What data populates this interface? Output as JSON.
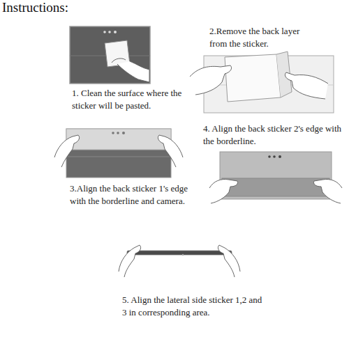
{
  "diagram": {
    "title": "Instructions:",
    "labels": [
      "1. Clean the surface where the sticker will be pasted.",
      "2.Remove the back layer from the sticker.",
      "3.Align the back sticker 1's edge with the borderline and camera.",
      "4. Align the back sticker 2's edge with the borderline.",
      "5. Align the lateral side sticker 1,2 and 3 in corresponding area."
    ]
  }
}
